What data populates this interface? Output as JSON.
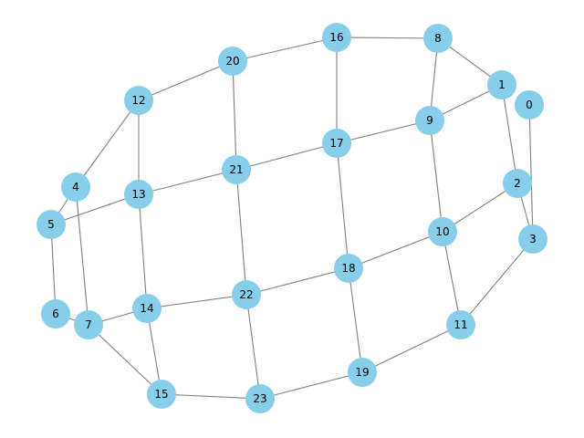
{
  "graph": {
    "node_color": "#87ceeb",
    "edge_color": "#808080",
    "label_color": "#000000",
    "background": "#ffffff",
    "nodes": [
      "0",
      "1",
      "2",
      "3",
      "4",
      "5",
      "6",
      "7",
      "8",
      "9",
      "10",
      "11",
      "12",
      "13",
      "14",
      "15",
      "16",
      "17",
      "18",
      "19",
      "20",
      "21",
      "22",
      "23"
    ],
    "edges": [
      [
        "0",
        "3"
      ],
      [
        "1",
        "8"
      ],
      [
        "1",
        "9"
      ],
      [
        "1",
        "2"
      ],
      [
        "2",
        "3"
      ],
      [
        "2",
        "10"
      ],
      [
        "3",
        "11"
      ],
      [
        "4",
        "12"
      ],
      [
        "4",
        "5"
      ],
      [
        "4",
        "7"
      ],
      [
        "5",
        "13"
      ],
      [
        "5",
        "6"
      ],
      [
        "6",
        "7"
      ],
      [
        "7",
        "14"
      ],
      [
        "7",
        "15"
      ],
      [
        "8",
        "16"
      ],
      [
        "8",
        "9"
      ],
      [
        "9",
        "17"
      ],
      [
        "9",
        "10"
      ],
      [
        "10",
        "18"
      ],
      [
        "10",
        "11"
      ],
      [
        "11",
        "19"
      ],
      [
        "12",
        "20"
      ],
      [
        "12",
        "13"
      ],
      [
        "13",
        "21"
      ],
      [
        "13",
        "14"
      ],
      [
        "14",
        "22"
      ],
      [
        "14",
        "15"
      ],
      [
        "15",
        "23"
      ],
      [
        "16",
        "20"
      ],
      [
        "16",
        "17"
      ],
      [
        "17",
        "21"
      ],
      [
        "17",
        "18"
      ],
      [
        "18",
        "22"
      ],
      [
        "18",
        "19"
      ],
      [
        "19",
        "23"
      ],
      [
        "20",
        "21"
      ],
      [
        "21",
        "22"
      ],
      [
        "22",
        "23"
      ]
    ]
  }
}
